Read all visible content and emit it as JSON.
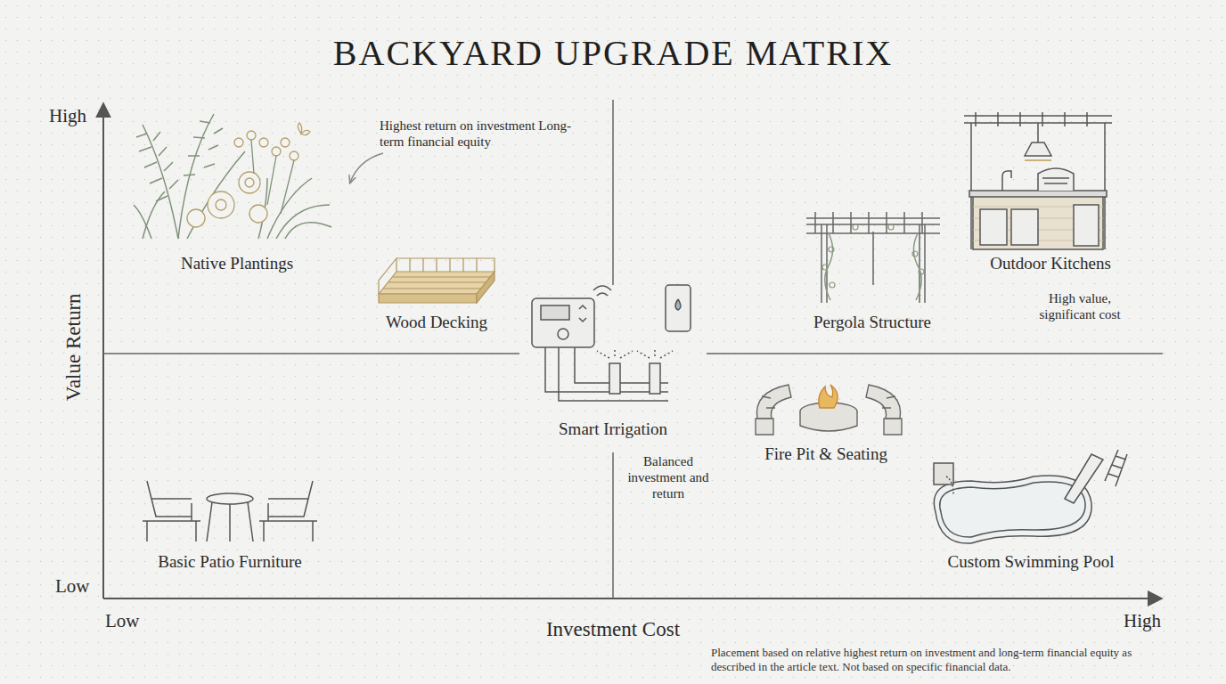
{
  "diagram": {
    "title": "BACKYARD UPGRADE MATRIX",
    "caption": "Placement based on relative highest return on investment and long-term financial equity as described in the article text. Not based on specific financial data.",
    "labels": [
      "High",
      "Low",
      "Value Return",
      "Low",
      "Investment Cost",
      "High",
      "Native Plantings",
      "Highest return on investment Long-term financial equity",
      "Wood Decking",
      "Smart Irrigation",
      "Balanced investment and return",
      "Pergola Structure",
      "Outdoor Kitchens",
      "High value, significant cost",
      "Fire Pit & Seating",
      "Basic Patio Furniture",
      "Custom Swimming Pool"
    ]
  }
}
